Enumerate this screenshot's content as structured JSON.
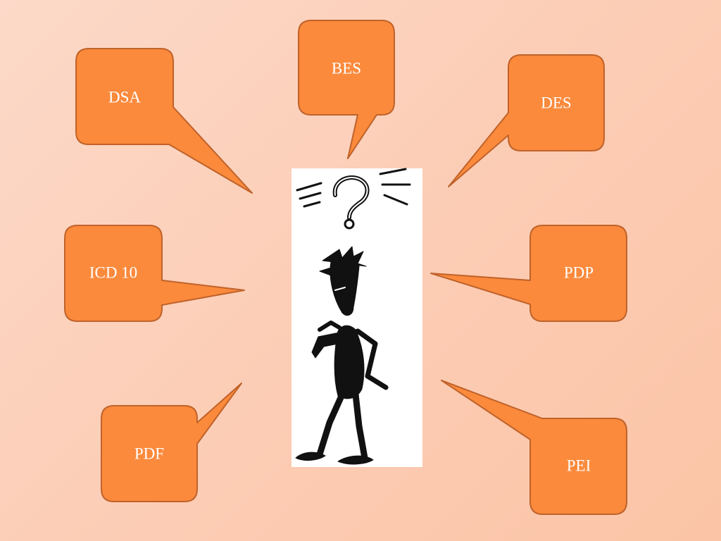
{
  "slide": {
    "colors": {
      "background_light": "#fcd9c8",
      "background_dark": "#fbc4a6",
      "bubble_fill": "#fb8a3c",
      "bubble_stroke": "#c0622a",
      "bubble_text": "#ffffff",
      "figure": "#111111"
    },
    "bubbles": {
      "dsa": "DSA",
      "bes": "BES",
      "des": "DES",
      "icd": "ICD 10",
      "pdp": "PDP",
      "pdf": "PDF",
      "pei": "PEI"
    },
    "central_image": {
      "icon": "confused-stick-figure-icon",
      "symbol": "?"
    }
  }
}
